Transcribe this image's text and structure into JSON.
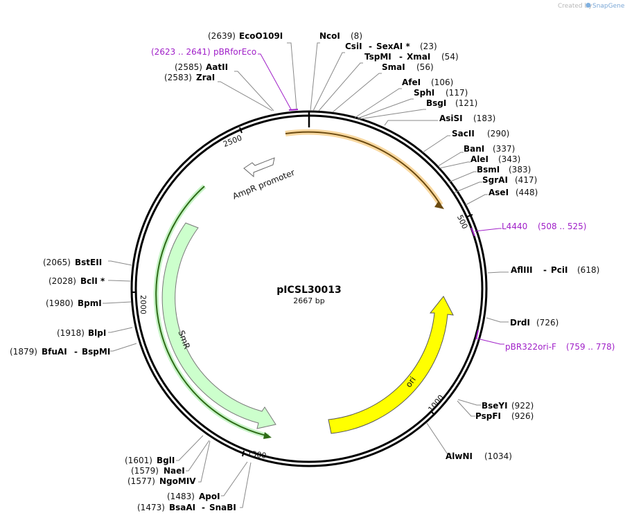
{
  "credit": {
    "prefix": "Created by",
    "brand": "SnapGene"
  },
  "plasmid": {
    "name": "pICSL30013",
    "size": "2667 bp"
  },
  "ticks": [
    "500",
    "1000",
    "1500",
    "2000",
    "2500"
  ],
  "features": [
    {
      "name": "AmpR promoter"
    },
    {
      "name": "SmR"
    },
    {
      "name": "ori"
    }
  ],
  "sites": [
    {
      "name": "EcoO109I",
      "pos": "(2639)"
    },
    {
      "name": "AatII",
      "pos": "(2585)"
    },
    {
      "name": "ZraI",
      "pos": "(2583)"
    },
    {
      "name": "NcoI",
      "pos": "(8)"
    },
    {
      "name": "CsiI",
      "sep": "-",
      "name2": "SexAI *",
      "pos": "(23)"
    },
    {
      "name": "TspMI",
      "sep": "-",
      "name2": "XmaI",
      "pos": "(54)"
    },
    {
      "name": "SmaI",
      "pos": "(56)"
    },
    {
      "name": "AfeI",
      "pos": "(106)"
    },
    {
      "name": "SphI",
      "pos": "(117)"
    },
    {
      "name": "BsgI",
      "pos": "(121)"
    },
    {
      "name": "AsiSI",
      "pos": "(183)"
    },
    {
      "name": "SacII",
      "pos": "(290)"
    },
    {
      "name": "BanI",
      "pos": "(337)"
    },
    {
      "name": "AleI",
      "pos": "(343)"
    },
    {
      "name": "BsmI",
      "pos": "(383)"
    },
    {
      "name": "SgrAI",
      "pos": "(417)"
    },
    {
      "name": "AseI",
      "pos": "(448)"
    },
    {
      "name": "AflIII",
      "sep": "-",
      "name2": "PciI",
      "pos": "(618)"
    },
    {
      "name": "DrdI",
      "pos": "(726)"
    },
    {
      "name": "BseYI",
      "pos": "(922)"
    },
    {
      "name": "PspFI",
      "pos": "(926)"
    },
    {
      "name": "AlwNI",
      "pos": "(1034)"
    },
    {
      "name": "BglI",
      "pos": "(1601)"
    },
    {
      "name": "NaeI",
      "pos": "(1579)"
    },
    {
      "name": "NgoMIV",
      "pos": "(1577)"
    },
    {
      "name": "ApoI",
      "pos": "(1483)"
    },
    {
      "name": "BsaAI",
      "sep": "-",
      "name2": "SnaBI",
      "pos": "(1473)"
    },
    {
      "name": "BstEII",
      "pos": "(2065)"
    },
    {
      "name": "BclI *",
      "pos": "(2028)"
    },
    {
      "name": "BpmI",
      "pos": "(1980)"
    },
    {
      "name": "BlpI",
      "pos": "(1918)"
    },
    {
      "name": "BfuAI",
      "sep": "-",
      "name2": "BspMI",
      "pos": "(1879)"
    }
  ],
  "primers": [
    {
      "name": "pBRforEco",
      "range": "(2623 .. 2641)"
    },
    {
      "name": "L4440",
      "range": "(508 .. 525)"
    },
    {
      "name": "pBR322ori-F",
      "range": "(759 .. 778)"
    }
  ],
  "colors": {
    "primer": "#a020c8",
    "smr": "#ccffcc",
    "ori": "#ffff00",
    "orf": "#f5c878"
  }
}
